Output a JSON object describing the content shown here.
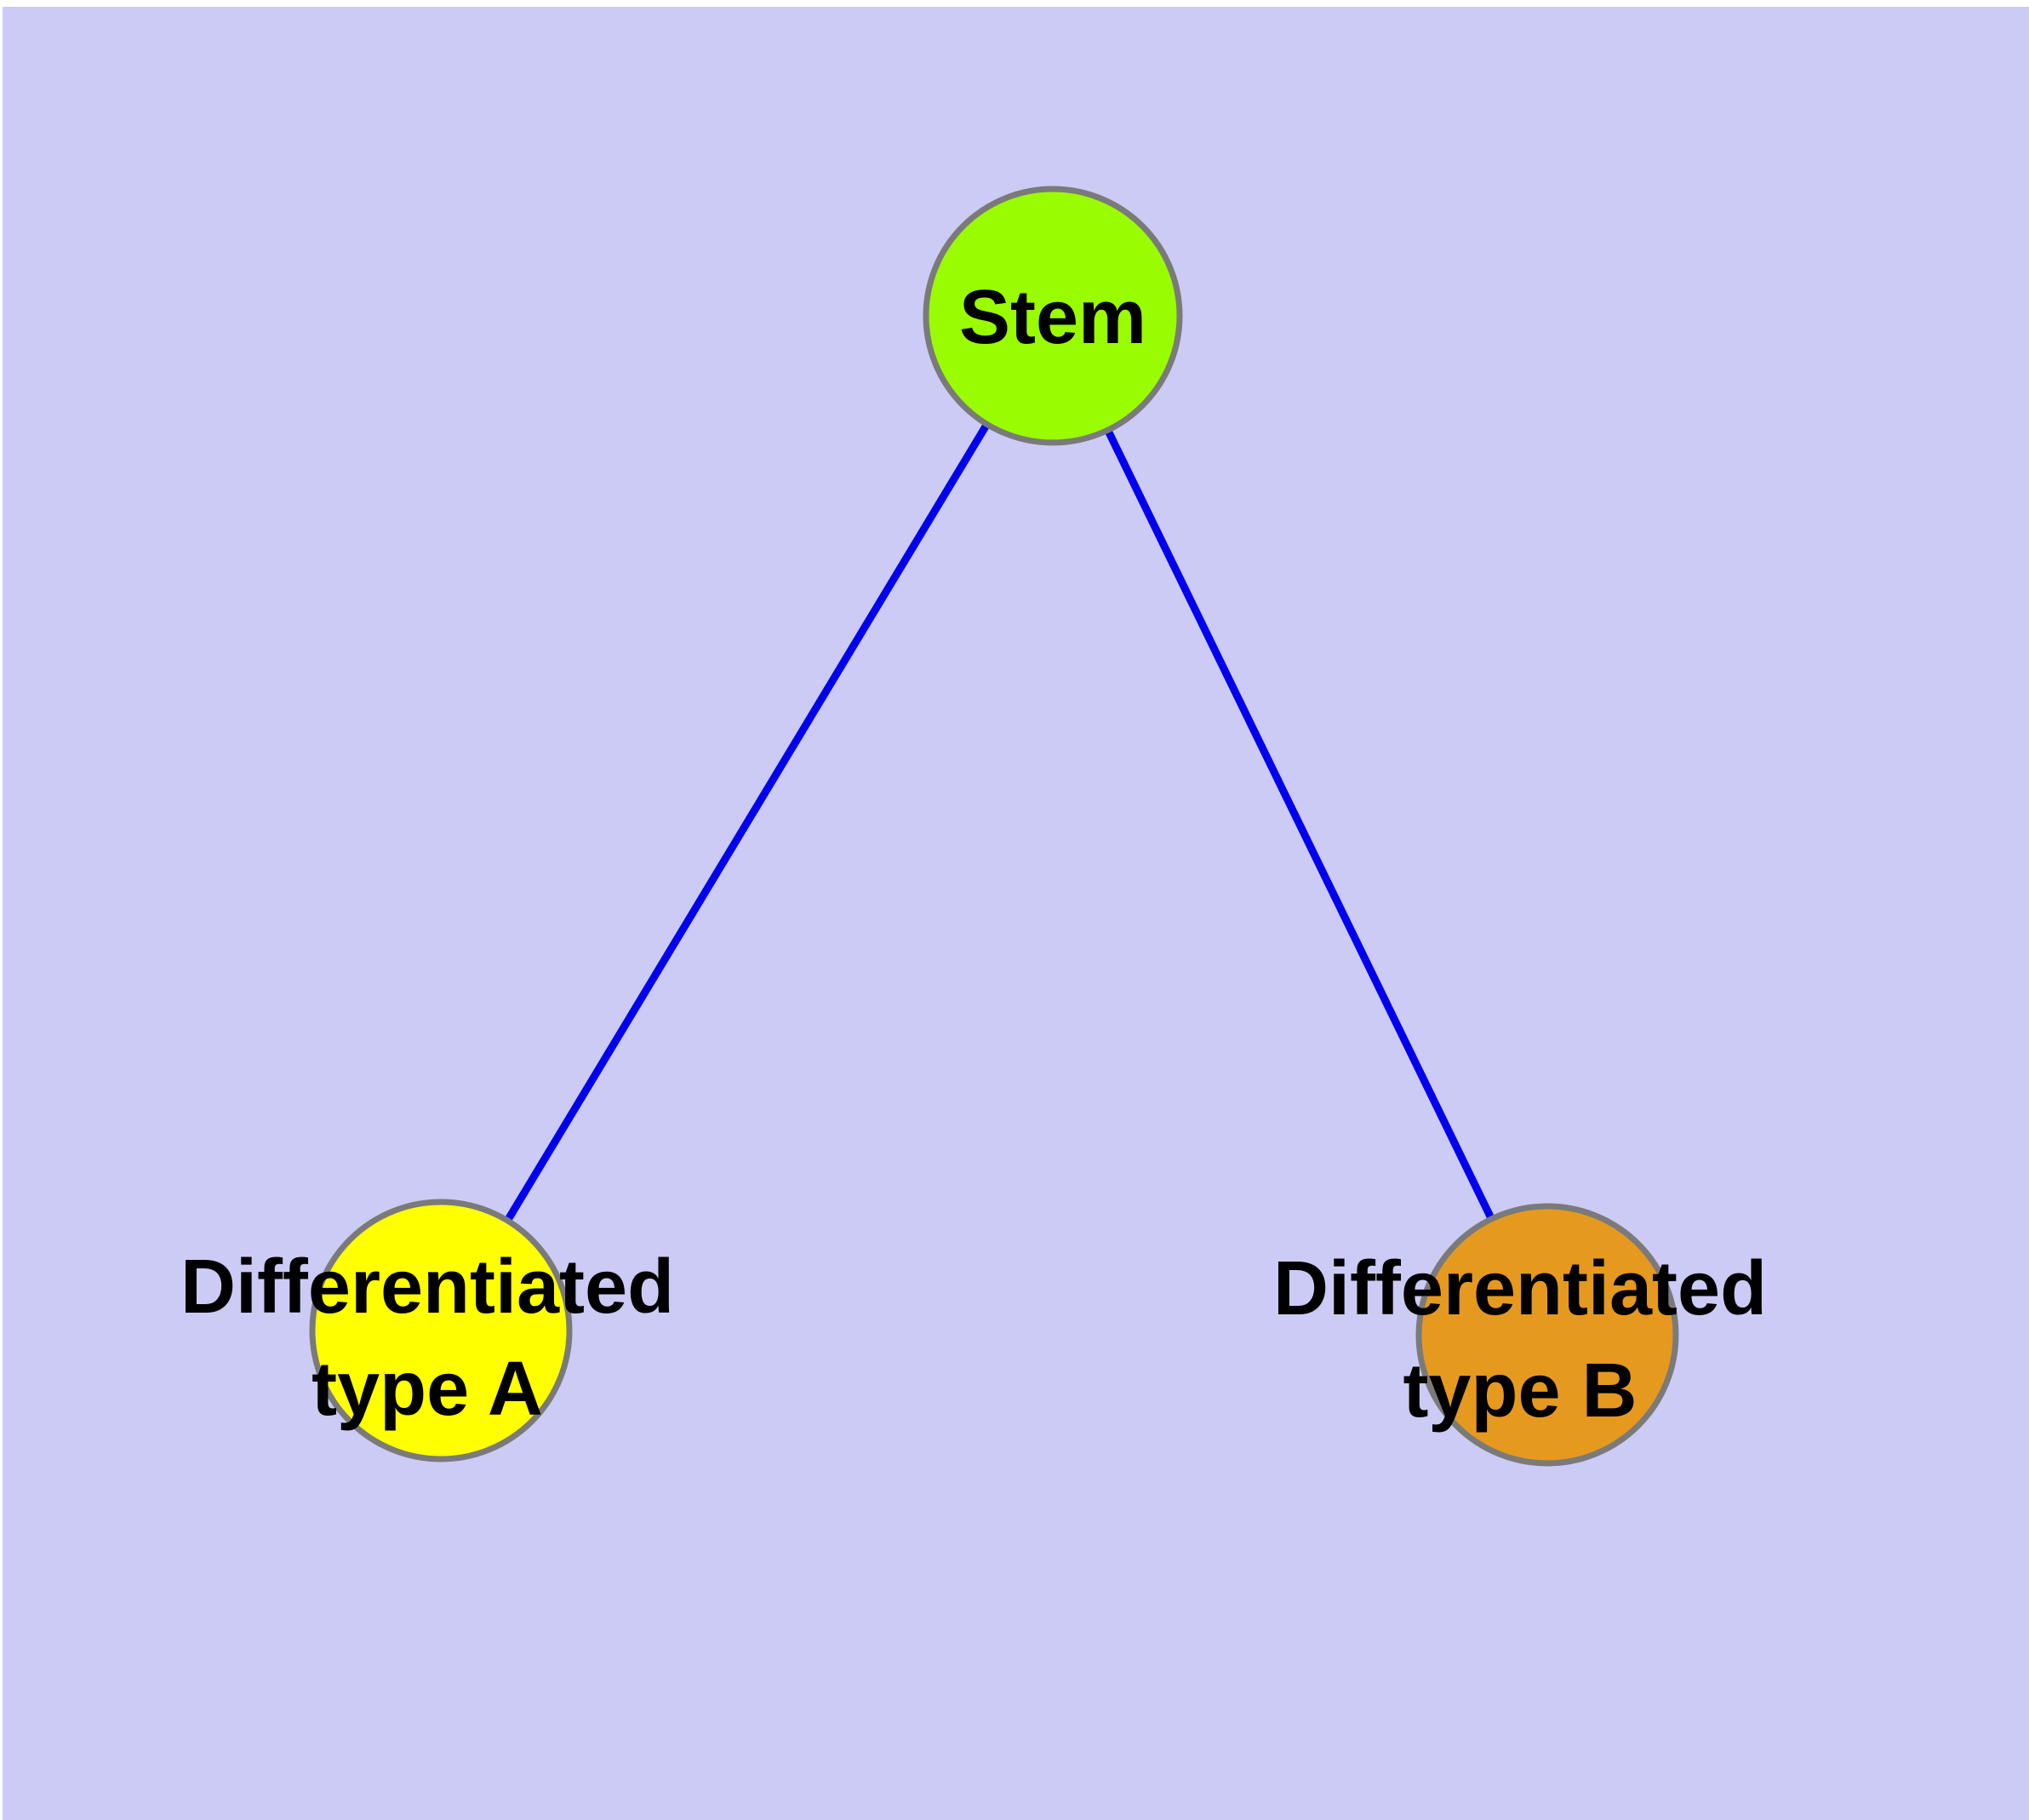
{
  "diagram": {
    "title": "",
    "background_color": "#CBCBF5",
    "margin_color": "#FFFFFF",
    "edge_color": "#0000EE",
    "node_border_color": "#7A7A7A",
    "label_color": "#000000",
    "nodes": [
      {
        "id": "stem",
        "label": "Stem",
        "color": "#9AFC00"
      },
      {
        "id": "diff-a",
        "label": "Differentiated\ntype A",
        "color": "#FFFF00"
      },
      {
        "id": "diff-b",
        "label": "Differentiated\ntype B",
        "color": "#E6991F"
      }
    ],
    "edges": [
      {
        "from": "stem",
        "to": "diff-a"
      },
      {
        "from": "stem",
        "to": "diff-b"
      }
    ]
  }
}
